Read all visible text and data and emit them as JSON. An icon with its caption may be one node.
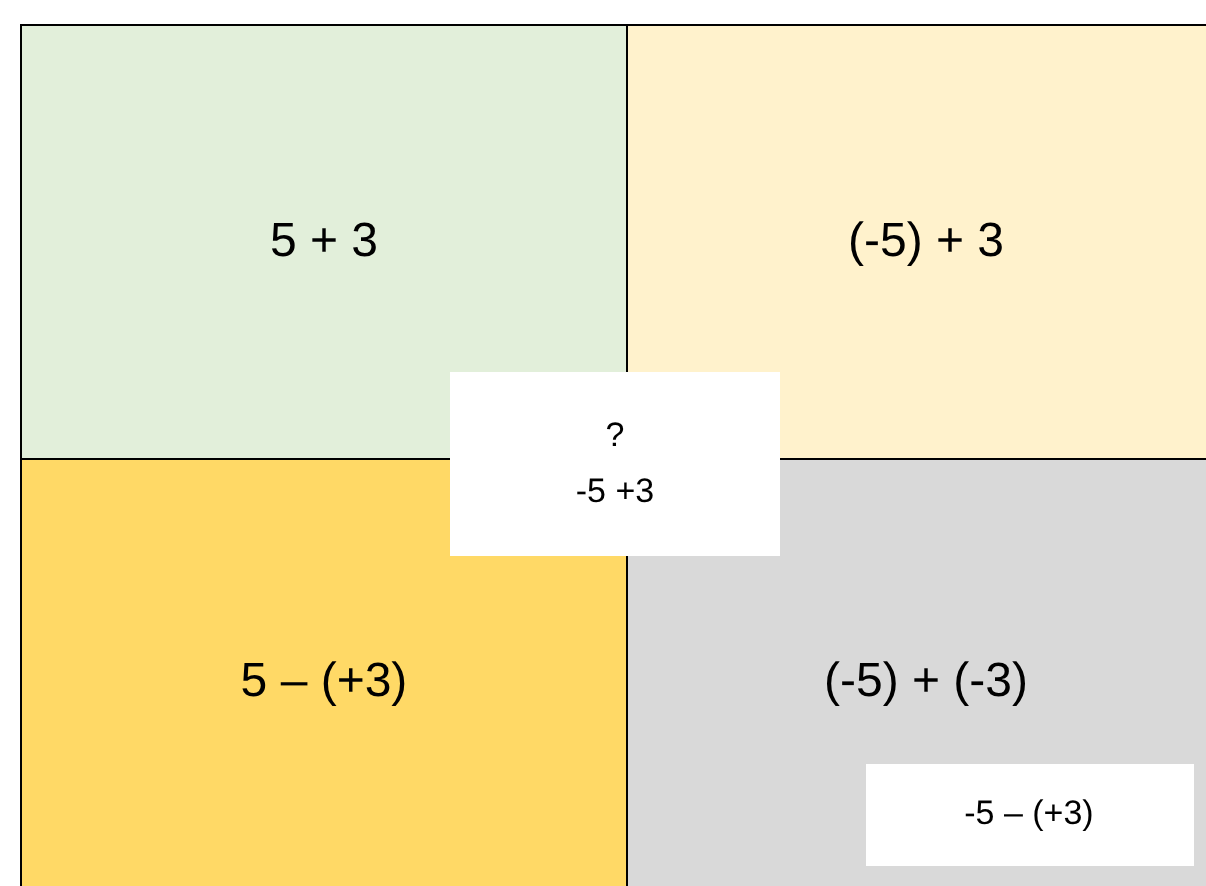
{
  "diagram": {
    "nodes": [
      {
        "text": [
          "5 + 3"
        ]
      },
      {
        "text": [
          "(-5) + 3"
        ]
      },
      {
        "text": [
          "5 – (+3)"
        ]
      },
      {
        "text": [
          "(-5) + (-3)"
        ]
      },
      {
        "text": [
          "?",
          "-5 +3"
        ]
      },
      {
        "text": [
          "-5 – (+3)"
        ],
        "in": 3
      }
    ]
  }
}
